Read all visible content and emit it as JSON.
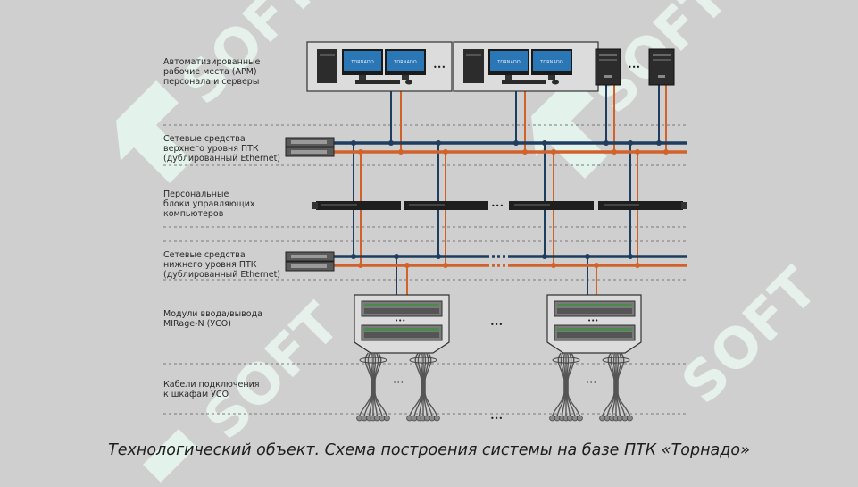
{
  "rows": {
    "arm": "Автоматизированные\nрабочие места (АРМ)\nперсонала и серверы",
    "upper": "Сетевые средства\nверхнего уровня ПТК\n(дублированный Ethernet)",
    "pbuk": "Персональные\nблоки управляющих\nкомпьютеров",
    "lower": "Сетевые средства\nнижнего уровня ПТК\n(дублированный Ethernet)",
    "modules": "Модули ввода/вывода\nMIRage-N (УСО)",
    "cables": "Кабели подключения\nк шкафам УСО"
  },
  "screen_text": "TORNADO",
  "watermark": "SOFT",
  "ellipsis": "•••",
  "caption": "Технологический объект. Схема построения системы на базе ПТК «Торнадо»",
  "colors": {
    "bg": "#cfcfcf",
    "blue_line": "#1f3d5e",
    "orange_line": "#d2622a",
    "dash": "#7d7d7d",
    "watermark": "#e9f3ee"
  }
}
